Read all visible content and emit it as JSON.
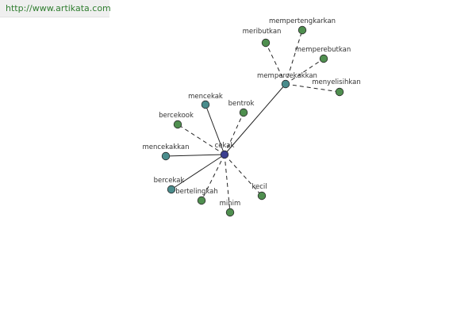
{
  "site": {
    "url": "http://www.artikata.com"
  },
  "colors": {
    "center_node": "#3b3f8f",
    "hub_node": "#4a8c8c",
    "teal_node": "#4a8c8c",
    "green_node": "#4f8f4f",
    "edge": "#222222"
  },
  "graph": {
    "nodes": [
      {
        "id": "cekak",
        "label": "cekak",
        "kind": "center"
      },
      {
        "id": "mempercekakkan",
        "label": "mempercekakkan",
        "kind": "hub"
      },
      {
        "id": "mencekak",
        "label": "mencekak",
        "kind": "teal"
      },
      {
        "id": "bercekook",
        "label": "bercekook",
        "kind": "green"
      },
      {
        "id": "bentrok",
        "label": "bentrok",
        "kind": "green"
      },
      {
        "id": "mencekakkan",
        "label": "mencekakkan",
        "kind": "teal"
      },
      {
        "id": "bercekak",
        "label": "bercekak",
        "kind": "teal"
      },
      {
        "id": "bertelingkah",
        "label": "bertelingkah",
        "kind": "green"
      },
      {
        "id": "minim",
        "label": "minim",
        "kind": "green"
      },
      {
        "id": "kecil",
        "label": "kecil",
        "kind": "green"
      },
      {
        "id": "meributkan",
        "label": "meributkan",
        "kind": "green"
      },
      {
        "id": "mempertengkarkan",
        "label": "mempertengkarkan",
        "kind": "green"
      },
      {
        "id": "memperebutkan",
        "label": "memperebutkan",
        "kind": "green"
      },
      {
        "id": "menyelisihkan",
        "label": "menyelisihkan",
        "kind": "green"
      }
    ],
    "edges": [
      {
        "from": "cekak",
        "to": "mempercekakkan",
        "style": "solid"
      },
      {
        "from": "cekak",
        "to": "mencekak",
        "style": "solid"
      },
      {
        "from": "cekak",
        "to": "mencekakkan",
        "style": "solid"
      },
      {
        "from": "cekak",
        "to": "bercekak",
        "style": "solid"
      },
      {
        "from": "cekak",
        "to": "bercekook",
        "style": "dashed"
      },
      {
        "from": "cekak",
        "to": "bentrok",
        "style": "dashed"
      },
      {
        "from": "cekak",
        "to": "bertelingkah",
        "style": "dashed"
      },
      {
        "from": "cekak",
        "to": "minim",
        "style": "dashed"
      },
      {
        "from": "cekak",
        "to": "kecil",
        "style": "dashed"
      },
      {
        "from": "mempercekakkan",
        "to": "meributkan",
        "style": "dashed"
      },
      {
        "from": "mempercekakkan",
        "to": "mempertengkarkan",
        "style": "dashed"
      },
      {
        "from": "mempercekakkan",
        "to": "memperebutkan",
        "style": "dashed"
      },
      {
        "from": "mempercekakkan",
        "to": "menyelisihkan",
        "style": "dashed"
      }
    ]
  }
}
